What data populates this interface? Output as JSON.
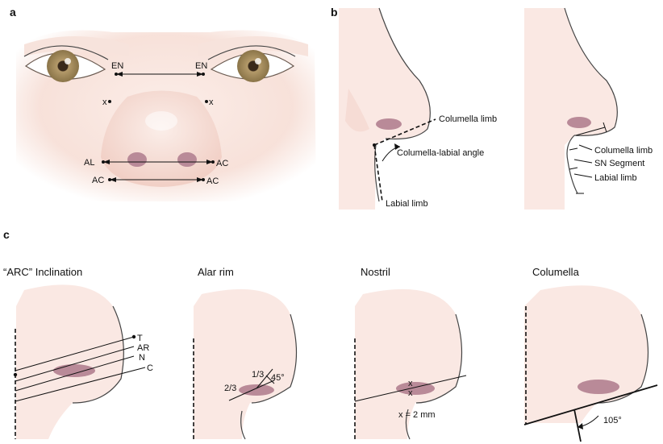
{
  "panels": {
    "a": {
      "label": "a",
      "points": {
        "en_left": "EN",
        "en_right": "EN",
        "x_left": "x",
        "x_right": "x",
        "al": "AL",
        "ac_upper": "AC",
        "ac_lower_left": "AC",
        "ac_lower_right": "AC"
      }
    },
    "b": {
      "label": "b",
      "left": {
        "columella_limb": "Columella limb",
        "angle": "Columella-labial angle",
        "labial_limb": "Labial limb"
      },
      "right": {
        "columella_limb": "Columella limb",
        "sn_segment": "SN Segment",
        "labial_limb": "Labial limb"
      }
    },
    "c": {
      "label": "c",
      "arc": {
        "title": "“ARC” Inclination",
        "t": "T",
        "ar": "AR",
        "n": "N",
        "c": "C"
      },
      "alar_rim": {
        "title": "Alar rim",
        "two_thirds": "2/3",
        "one_third": "1/3",
        "angle": "45°"
      },
      "nostril": {
        "title": "Nostril",
        "x_upper": "x",
        "x_lower": "x",
        "measure": "x = 2 mm"
      },
      "columella": {
        "title": "Columella",
        "angle": "105°"
      }
    }
  },
  "colors": {
    "skin": "#f9e6e0",
    "skin_shadow": "#f4d4cb",
    "nostril": "#b98a98",
    "iris": "#b49a6a"
  }
}
